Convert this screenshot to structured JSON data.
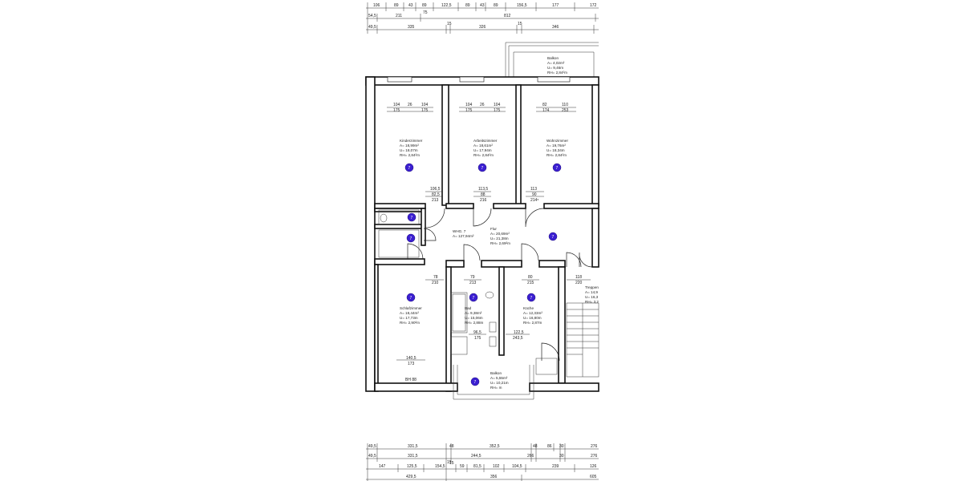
{
  "rooms": {
    "kinderzimmer": {
      "name": "Kinderzimmer",
      "area": "A= 18,99m²",
      "perimeter": "U= 18,07m",
      "height": "RH= 2,84²m",
      "marker": "7",
      "w1": "104",
      "w2": "26",
      "w3": "104",
      "d1": "175",
      "d2": "175"
    },
    "arbeitszimmer": {
      "name": "Arbeitszimmer",
      "area": "A= 18,61m²",
      "perimeter": "U= 17,94m",
      "height": "RH= 2,84²m",
      "marker": "7",
      "w1": "104",
      "w2": "26",
      "w3": "104",
      "d1": "175",
      "d2": "175"
    },
    "wohnzimmer": {
      "name": "Wohnzimmer",
      "area": "A= 19,76m²",
      "perimeter": "U= 18,34m",
      "height": "RH= 2,84²m",
      "marker": "7",
      "w1": "82",
      "w2": "110",
      "d1": "174",
      "d2": "253"
    },
    "balkon_top": {
      "name": "Balkon",
      "area": "A= 4,02m²",
      "perimeter": "U= 9,46m",
      "height": "RH= 2,84²m"
    },
    "flur": {
      "name": "Flur",
      "area": "A= 20,69m²",
      "perimeter": "U= 21,38m",
      "height": "RH= 2,69²m",
      "marker": "7"
    },
    "whg": {
      "name": "WHG. 7",
      "area": "A= 127,94m²"
    },
    "schlafzimmer": {
      "name": "Schlafzimmer",
      "area": "A= 18,44m²",
      "perimeter": "U= 17,73m",
      "height": "RH= 2,90²m",
      "marker": "7",
      "w1": "140,5",
      "d1": "173",
      "bh": "BH 88"
    },
    "bad": {
      "name": "Bad",
      "area": "A= 9,38m²",
      "perimeter": "U= 15,06m",
      "height": "RH= 2,88m",
      "marker": "7",
      "w1": "96,5",
      "d1": "175"
    },
    "kueche": {
      "name": "Küche",
      "area": "A= 12,33m²",
      "perimeter": "U= 16,80m",
      "height": "RH= 2,87m",
      "marker": "7",
      "w1": "122,5",
      "d1": "243,5"
    },
    "balkon_bottom": {
      "name": "Balkon",
      "area": "A= 5,55m²",
      "perimeter": "U= 10,21m",
      "height": "RH= m",
      "marker": "7"
    },
    "treppenhaus": {
      "name": "Treppen",
      "area": "A= 14,9",
      "perimeter": "U= 16,3",
      "height": "RH= 3,2"
    },
    "wc": {
      "marker": "7"
    },
    "abstell": {
      "marker": "7"
    }
  },
  "door_dims": {
    "kinder": {
      "a": "106,5",
      "b": "82,5",
      "c": "213"
    },
    "arbeit": {
      "a": "113,5",
      "b": "88",
      "c": "216"
    },
    "wohn": {
      "a": "113",
      "b": "90",
      "c": "214⁵"
    },
    "schlaf": {
      "a": "78",
      "b": "210"
    },
    "bad": {
      "a": "79",
      "b": "213"
    },
    "kueche": {
      "a": "80",
      "b": "215"
    },
    "trep": {
      "a": "118",
      "b": "220"
    }
  },
  "top_dims": {
    "row1": [
      "106",
      "89",
      "43",
      "89",
      "122,5",
      "89",
      "43",
      "89",
      "156,5",
      "177",
      "172"
    ],
    "row2": [
      "54,5",
      "211",
      "75",
      "812"
    ],
    "row3": [
      "49,5",
      "335",
      "15",
      "326",
      "15",
      "346"
    ]
  },
  "bottom_dims": {
    "row1": [
      "49,5",
      "331,5",
      "48",
      "352,5",
      "48",
      "86",
      "30",
      "276"
    ],
    "row2": [
      "49,5",
      "331,5",
      "15",
      "244,5",
      "266",
      "30",
      "276"
    ],
    "row3": [
      "147",
      "125,5",
      "154,5",
      "15",
      "59",
      "81,5",
      "102",
      "104,5",
      "239",
      "126"
    ],
    "row4": [
      "429,5",
      "356",
      "605"
    ]
  },
  "colors": {
    "marker": "#3b1fd1",
    "wall": "#111111",
    "background": "#ffffff"
  }
}
